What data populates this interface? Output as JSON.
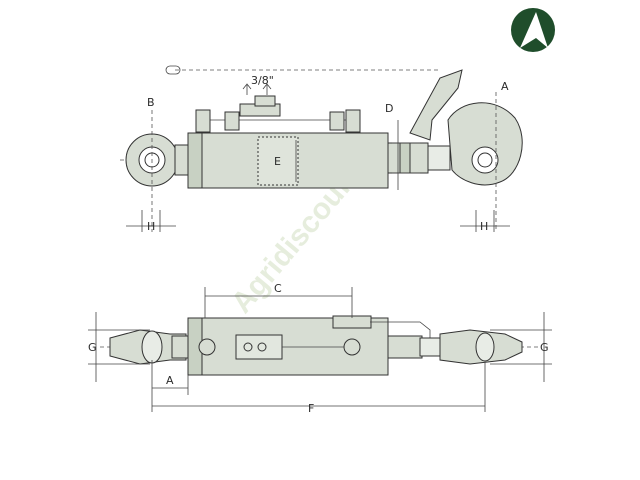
{
  "brand": {
    "color_green": "#1f4d2b",
    "color_white": "#ffffff"
  },
  "watermark": {
    "text": "Agridiscount"
  },
  "labels": {
    "thread": "3/8\"",
    "A_top": "A",
    "B": "B",
    "D": "D",
    "E": "E",
    "H_left": "H",
    "H_right": "H",
    "C": "C",
    "G_left": "G",
    "G_right": "G",
    "A_bottom": "A",
    "F": "F"
  }
}
